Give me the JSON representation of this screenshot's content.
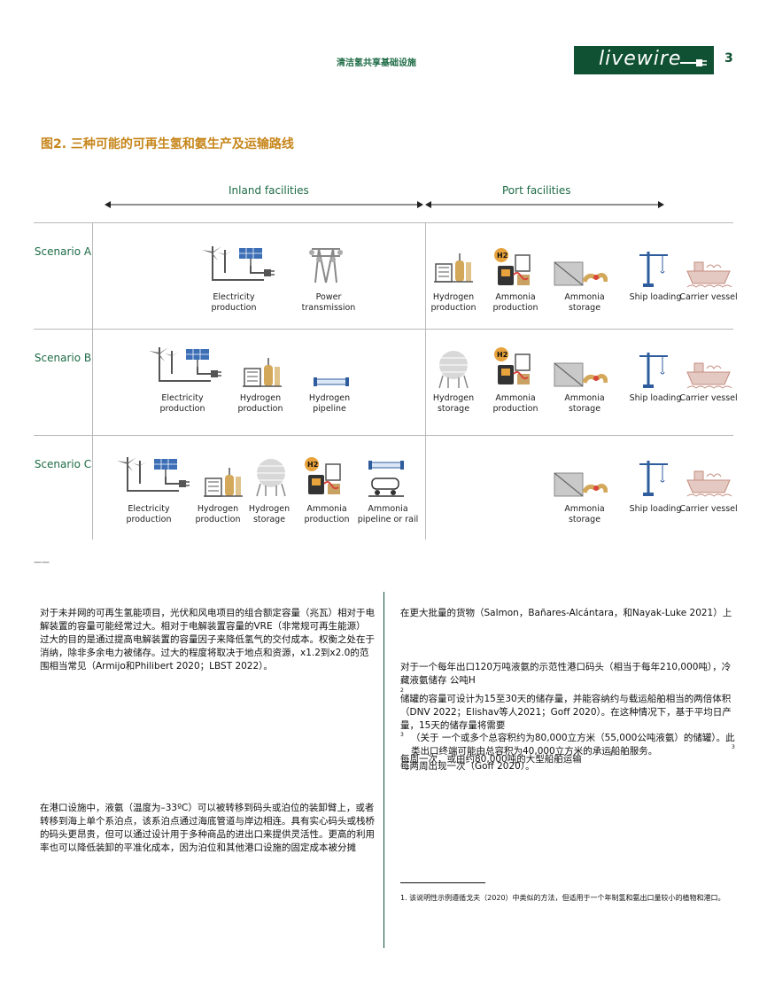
{
  "header": {
    "title": "清洁氢共享基础设施",
    "logo": "livewire",
    "page_number": "3"
  },
  "figure": {
    "title": "图2. 三种可能的可再生氢和氨生产及运输路线",
    "inland_label": "Inland facilities",
    "port_label": "Port facilities",
    "scenarios": [
      {
        "label": "Scenario A",
        "inland": [
          "Electricity production",
          "Power transmission"
        ],
        "port": [
          "Hydrogen production",
          "Ammonia production",
          "Ammonia storage",
          "Ship loading",
          "Carrier vessel"
        ]
      },
      {
        "label": "Scenario B",
        "inland": [
          "Electricity production",
          "Hydrogen production",
          "Hydrogen pipeline"
        ],
        "port": [
          "Hydrogen storage",
          "Ammonia production",
          "Ammonia storage",
          "Ship loading",
          "Carrier vessel"
        ]
      },
      {
        "label": "Scenario C",
        "inland": [
          "Electricity production",
          "Hydrogen production",
          "Hydrogen storage",
          "Ammonia production",
          "Ammonia pipeline or rail"
        ],
        "port": [
          "Ammonia storage",
          "Ship loading",
          "Carrier vessel"
        ]
      }
    ]
  },
  "separator_mark": "——",
  "left_col": {
    "p1": "对于未并网的可再生氢能项目，光伏和风电项目的组合额定容量（兆瓦）相对于电解装置的容量可能经常过大。相对于电解装置容量的VRE（非常规可再生能源）过大的目的是通过提高电解装置的容量因子来降低氢气的交付成本。权衡之处在于消纳，除非多余电力被储存。过大的程度将取决于地点和资源，x1.2到x2.0的范围相当常见（Armijo和Philibert 2020；LBST 2022）。",
    "p2": "在港口设施中，液氨（温度为–33ºC）可以被转移到码头或泊位的装卸臂上，或者转移到海上单个系泊点，该系泊点通过海底管道与岸边相连。具有实心码头或栈桥的码头更昂贵，但可以通过设计用于多种商品的进出口来提供灵活性。更高的利用率也可以降低装卸的平准化成本，因为泊位和其他港口设施的固定成本被分摊"
  },
  "right_col": {
    "p1": "在更大批量的货物（Salmon，Bañares-Alcántara，和Nayak-Luke 2021）上",
    "p2": "对于一个每年出口120万吨液氨的示范性港口码头（相当于每年210,000吨），冷藏液氨储存 公吨H",
    "sup2": "2",
    "p3": "储罐的容量可设计为15至30天的储存量，并能容纳约与载运船舶相当的两倍体积（DNV 2022；Elishav等人2021；Goff 2020）。在这种情况下，基于平均日产量，15天的储存量将需要",
    "sup3a": "3",
    "p4": "（关于 一个或多个总容积约为80,000立方米（55,000公吨液氨）的储罐）。此类出口终端可能由总容积为40,000立方米的承运船舶服务。",
    "sup3b": "3",
    "p5": "每周一次，或由约80,000吨的大型船舶运输",
    "sup3c": "3",
    "p6": "每两周出现一次（Goff 2020）。",
    "footnote": "1. 该说明性示例遵循戈夫（2020）中类似的方法，但适用于一个年制氢和氨出口量较小的植物和港口。"
  },
  "colors": {
    "brand_green": "#0f5132",
    "accent_gold": "#c6861b",
    "text_green": "#1d6b45"
  }
}
